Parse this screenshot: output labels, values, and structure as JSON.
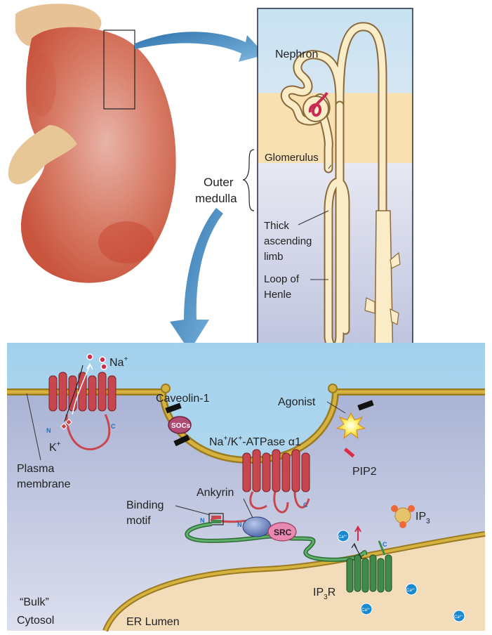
{
  "labels": {
    "nephron": "Nephron",
    "glomerulus": "Glomerulus",
    "outer_medulla_1": "Outer",
    "outer_medulla_2": "medulla",
    "thick_1": "Thick",
    "thick_2": "ascending",
    "thick_3": "limb",
    "loop_1": "Loop of",
    "loop_2": "Henle",
    "na": "Na",
    "na_sup": "+",
    "k": "K",
    "k_sup": "+",
    "caveolin": "Caveolin-1",
    "agonist": "Agonist",
    "socs": "SOCs",
    "atpase_a": "Na",
    "atpase_sup1": "+",
    "atpase_b": "/K",
    "atpase_sup2": "+",
    "atpase_c": "-ATPase α1",
    "pip2": "PIP2",
    "plasma_1": "Plasma",
    "plasma_2": "membrane",
    "ankyrin": "Ankyrin",
    "binding_1": "Binding",
    "binding_2": "motif",
    "src": "SRC",
    "ip3": "IP",
    "ip3_sub": "3",
    "ip3r": "IP",
    "ip3r_sub": "3",
    "ip3r_r": "R",
    "bulk_1": "“Bulk”",
    "bulk_2": "Cytosol",
    "er_lumen": "ER Lumen",
    "n_term": "N",
    "c_term": "C",
    "ca": "Ca",
    "ca_sup": "2+"
  },
  "colors": {
    "kidney": "#d9674e",
    "fat": "#e8c79a",
    "extracellular": "#a9d4ec",
    "cytosol": "#c8cde0",
    "er": "#f3dcb9",
    "membrane": "#c9a437",
    "pump": "#c8474f",
    "ip3r": "#3f8c4a",
    "ankyrin": "#6f87c0",
    "src": "#e88ab0",
    "calcium": "#1a8ad0"
  }
}
